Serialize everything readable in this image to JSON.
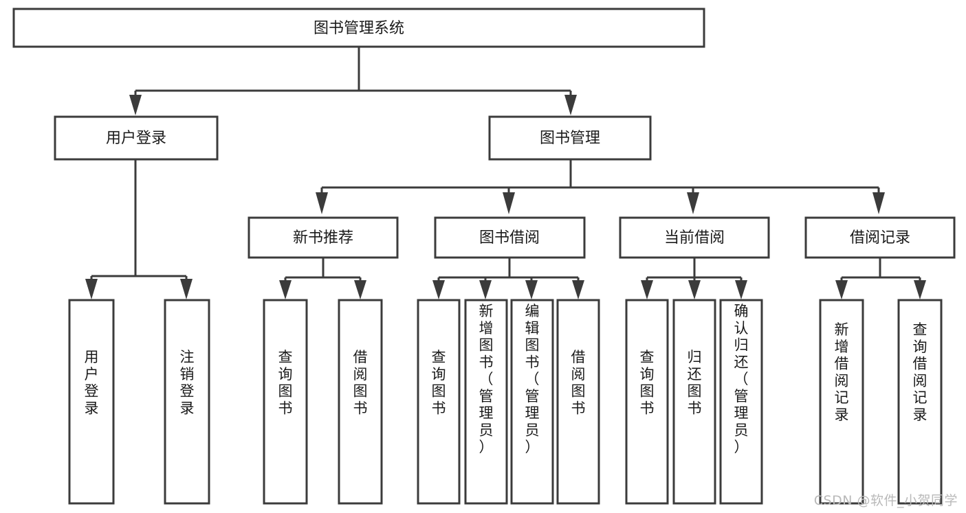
{
  "diagram": {
    "type": "tree-hierarchy-flowchart",
    "title": "图书管理系统",
    "colors": {
      "background": "#ffffff",
      "node_fill": "#ffffff",
      "node_stroke": "#3b3b3b",
      "text": "#1a1a1a",
      "watermark": "#b9b9b9"
    },
    "levels": {
      "level1": [
        {
          "id": "root",
          "label": "图书管理系统",
          "orientation": "horizontal"
        }
      ],
      "level2": [
        {
          "id": "user-login",
          "label": "用户登录",
          "orientation": "horizontal",
          "parent": "root"
        },
        {
          "id": "book-manage",
          "label": "图书管理",
          "orientation": "horizontal",
          "parent": "root"
        }
      ],
      "level3": [
        {
          "id": "new-book-rec",
          "label": "新书推荐",
          "orientation": "horizontal",
          "parent": "book-manage"
        },
        {
          "id": "book-borrow",
          "label": "图书借阅",
          "orientation": "horizontal",
          "parent": "book-manage"
        },
        {
          "id": "current-borrow",
          "label": "当前借阅",
          "orientation": "horizontal",
          "parent": "book-manage"
        },
        {
          "id": "borrow-record",
          "label": "借阅记录",
          "orientation": "horizontal",
          "parent": "book-manage"
        }
      ],
      "level4": [
        {
          "id": "leaf-user-login",
          "label": "用户登录",
          "orientation": "vertical",
          "parent": "user-login"
        },
        {
          "id": "leaf-logout",
          "label": "注销登录",
          "orientation": "vertical",
          "parent": "user-login"
        },
        {
          "id": "leaf-query-book-1",
          "label": "查询图书",
          "orientation": "vertical",
          "parent": "new-book-rec"
        },
        {
          "id": "leaf-borrow-book-1",
          "label": "借阅图书",
          "orientation": "vertical",
          "parent": "new-book-rec"
        },
        {
          "id": "leaf-query-book-2",
          "label": "查询图书",
          "orientation": "vertical",
          "parent": "book-borrow"
        },
        {
          "id": "leaf-add-book",
          "label": "新增图书（管理员）",
          "orientation": "vertical",
          "parent": "book-borrow"
        },
        {
          "id": "leaf-edit-book",
          "label": "编辑图书（管理员）",
          "orientation": "vertical",
          "parent": "book-borrow"
        },
        {
          "id": "leaf-borrow-book-2",
          "label": "借阅图书",
          "orientation": "vertical",
          "parent": "book-borrow"
        },
        {
          "id": "leaf-query-book-3",
          "label": "查询图书",
          "orientation": "vertical",
          "parent": "current-borrow"
        },
        {
          "id": "leaf-return-book",
          "label": "归还图书",
          "orientation": "vertical",
          "parent": "current-borrow"
        },
        {
          "id": "leaf-confirm-return",
          "label": "确认归还（管理员）",
          "orientation": "vertical",
          "parent": "current-borrow"
        },
        {
          "id": "leaf-add-record",
          "label": "新增借阅记录",
          "orientation": "vertical",
          "parent": "borrow-record"
        },
        {
          "id": "leaf-query-record",
          "label": "查询借阅记录",
          "orientation": "vertical",
          "parent": "borrow-record"
        }
      ]
    },
    "watermark": "CSDN @软件_小贺同学"
  }
}
